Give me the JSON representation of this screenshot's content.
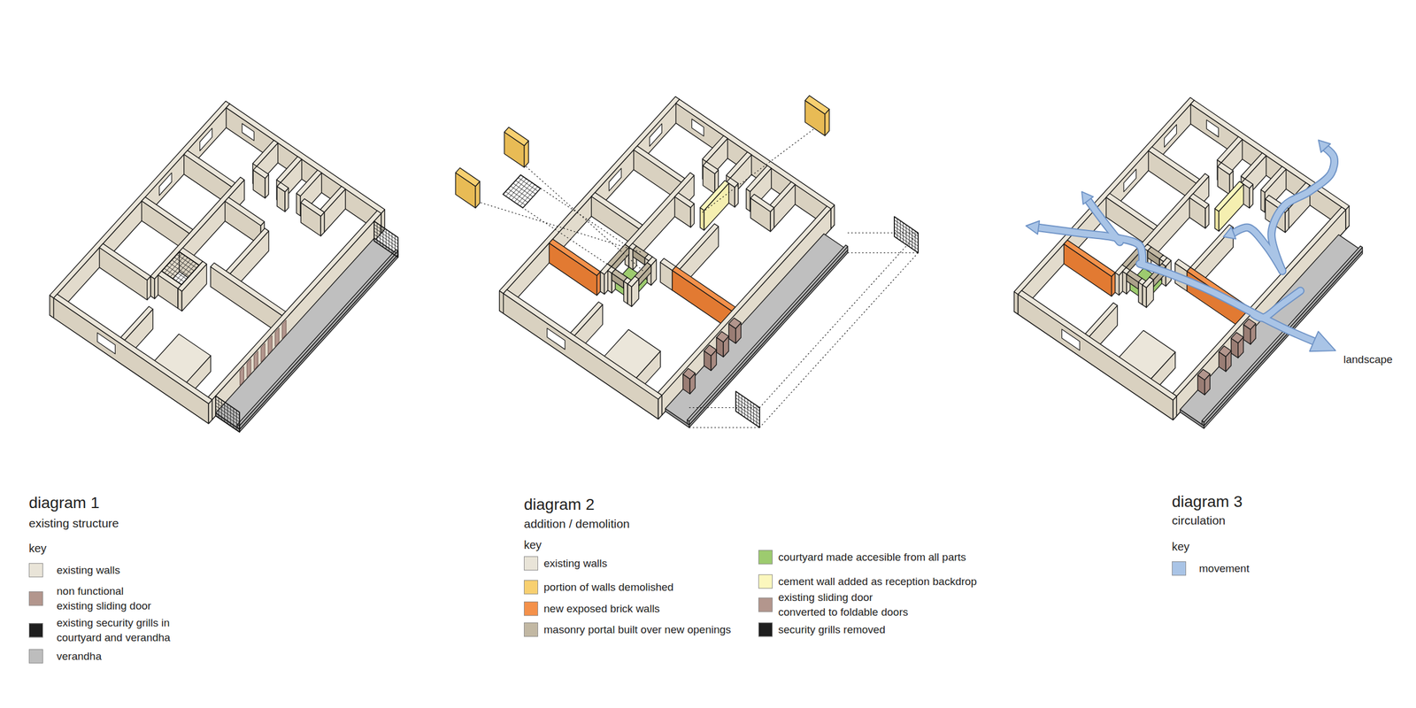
{
  "diagram": {
    "labels": [
      "diagram 1",
      "existing structure",
      "key",
      "diagram 2",
      "addition / demolition",
      "key",
      "diagram 3",
      "circulation",
      "key",
      "landscape"
    ],
    "legend": [
      {
        "text": "existing walls",
        "color": "#e9e4d8"
      },
      {
        "text": "non functional existing sliding door",
        "color": "#b3968d"
      },
      {
        "text": "existing security grills in courtyard and verandha",
        "color": "#1e1e1e"
      },
      {
        "text": "verandha",
        "color": "#bdbdbd"
      },
      {
        "text": "existing walls",
        "color": "#e9e4d8"
      },
      {
        "text": "portion of walls demolished",
        "color": "#f8d070"
      },
      {
        "text": "new exposed brick walls",
        "color": "#f4914a"
      },
      {
        "text": "masonry portal built over new openings",
        "color": "#c2b8a3"
      },
      {
        "text": "courtyard made accesible from all parts",
        "color": "#9dcb6f"
      },
      {
        "text": "cement wall added as reception backdrop",
        "color": "#fbf7bd"
      },
      {
        "text": "existing sliding door converted to foldable doors",
        "color": "#b3968d"
      },
      {
        "text": "security grills removed",
        "color": "#1e1e1e"
      },
      {
        "text": "movement",
        "color": "#a9c4e6"
      }
    ]
  }
}
